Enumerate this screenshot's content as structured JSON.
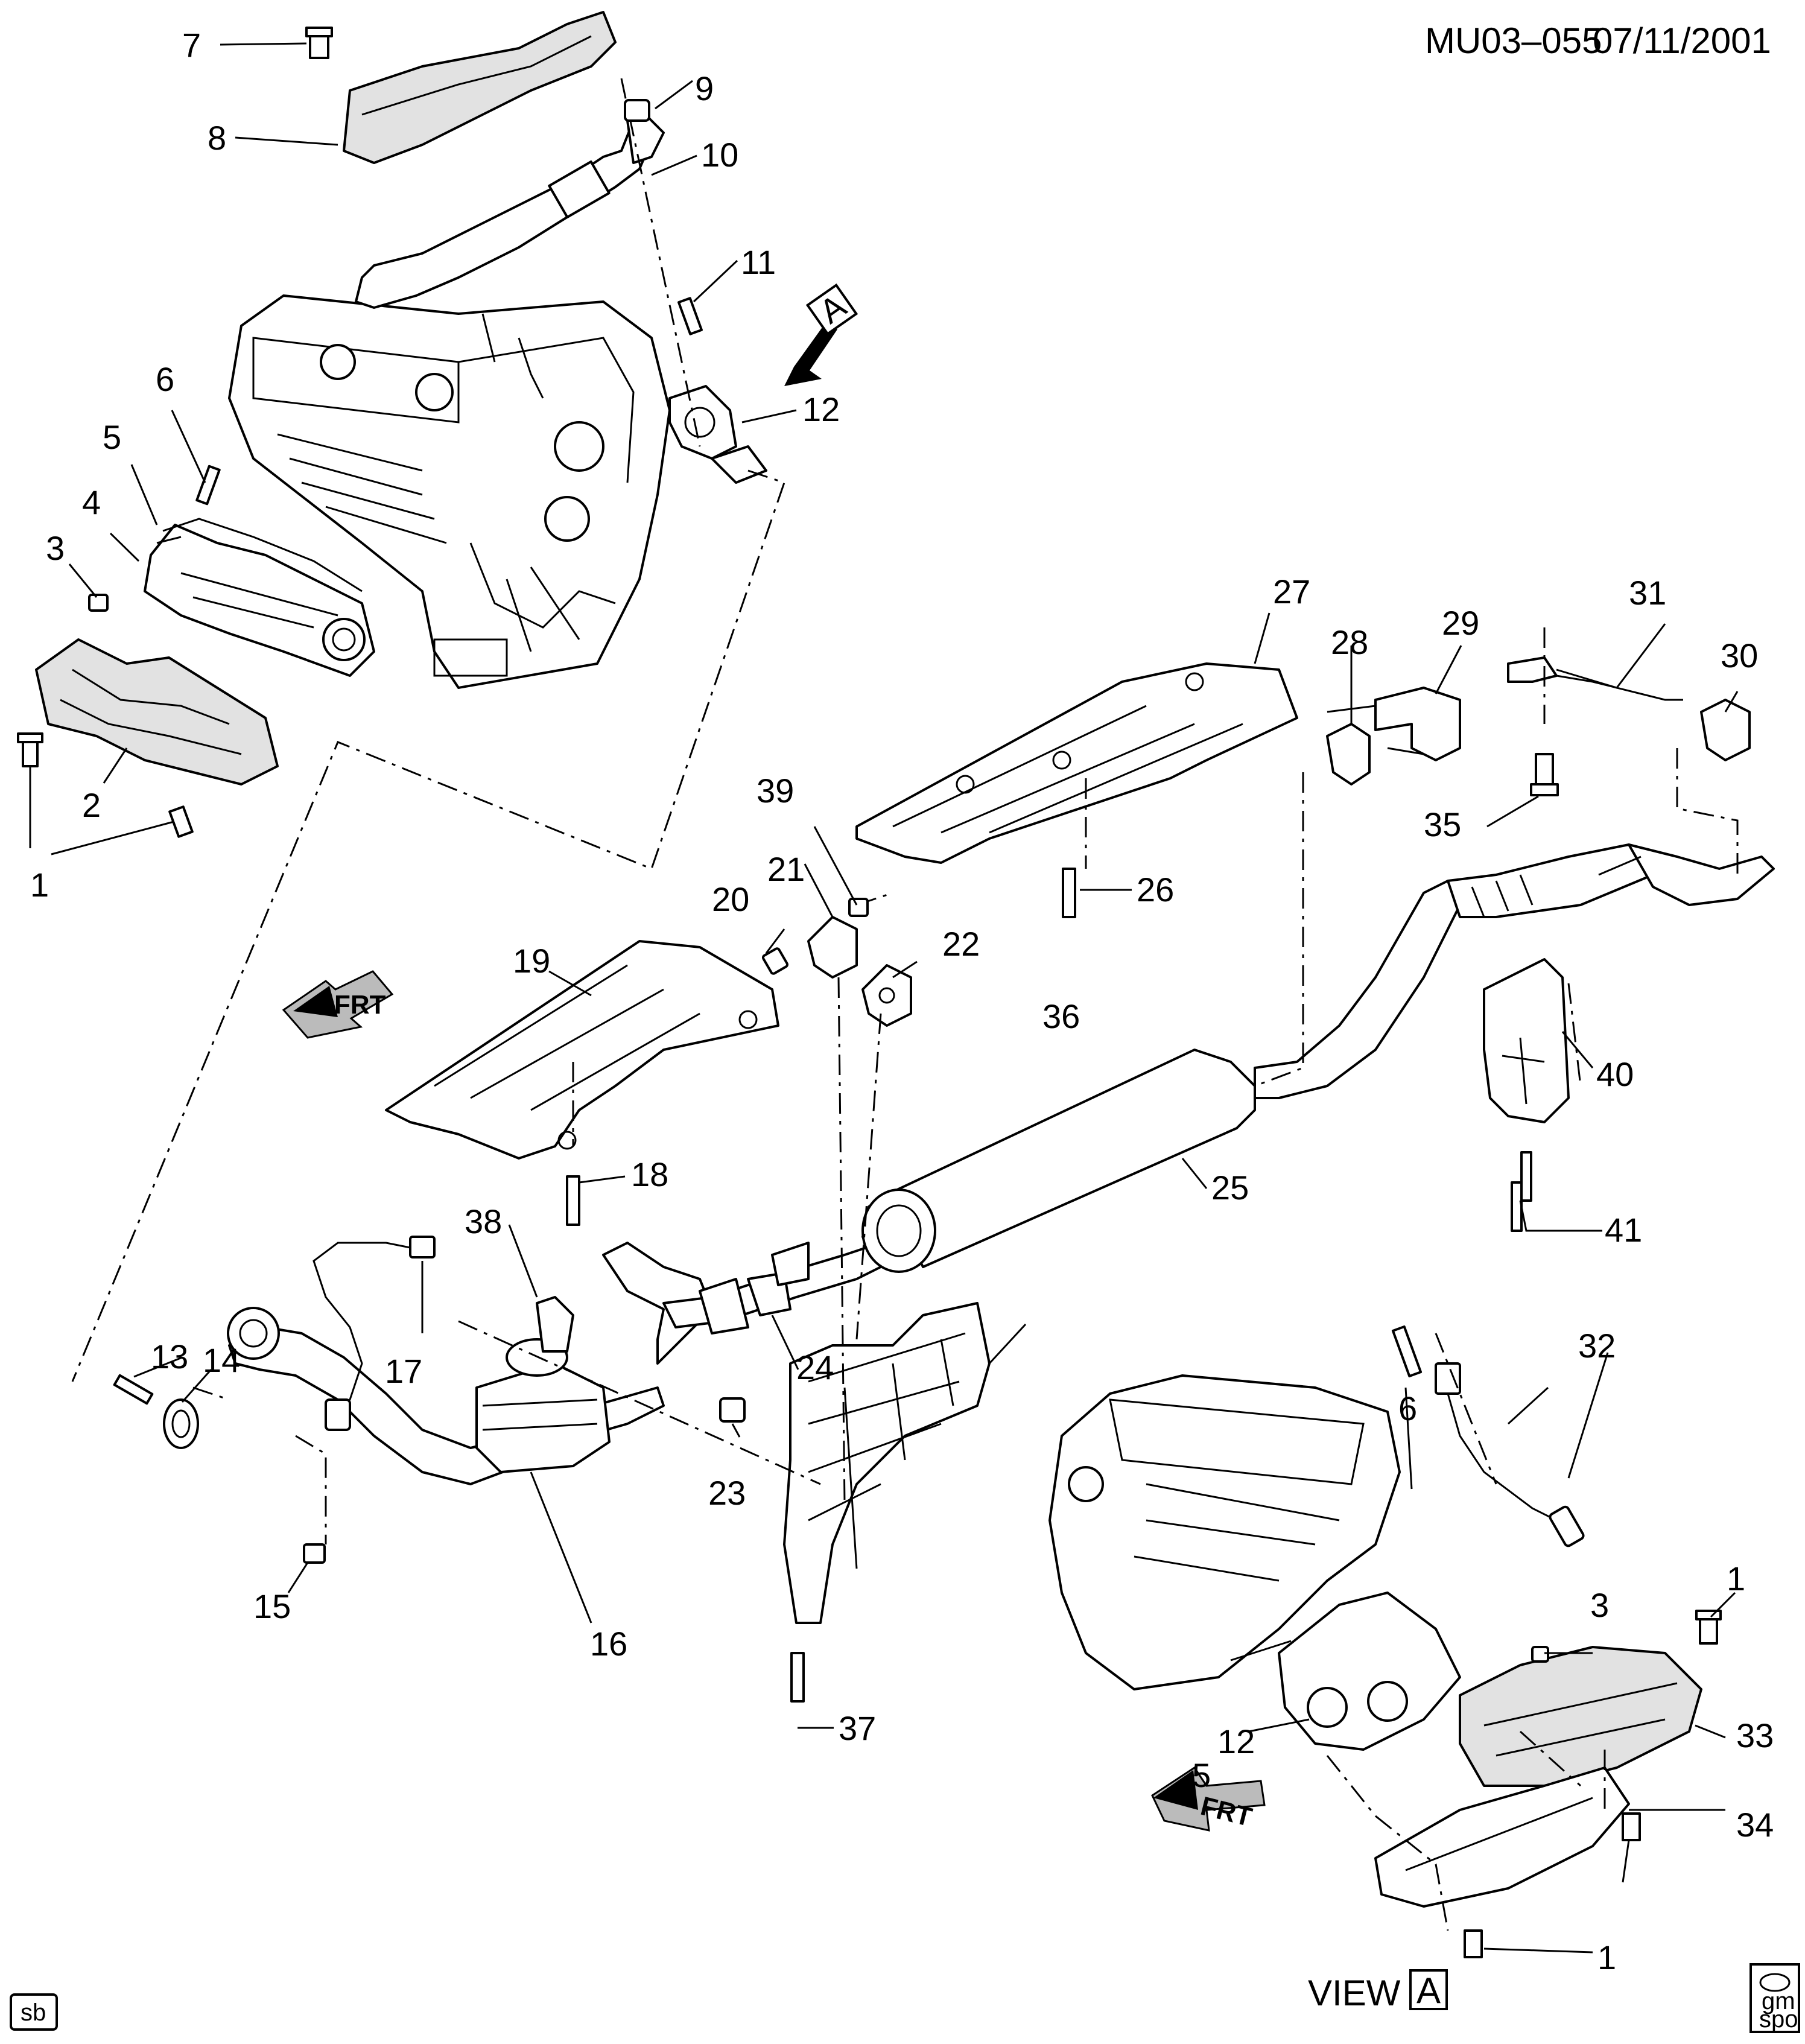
{
  "header": {
    "drawing_id": "MU03–055",
    "date": "07/11/2001"
  },
  "view_label": {
    "text": "VIEW",
    "box": "A"
  },
  "view_arrow_box": "A",
  "front_markers": [
    "FRT",
    "FRT"
  ],
  "footer": {
    "left_badge": "sb",
    "logo_top": "gm",
    "logo_bottom": "spo"
  },
  "callouts": [
    "1",
    "1",
    "1",
    "2",
    "3",
    "3",
    "4",
    "5",
    "5",
    "6",
    "6",
    "7",
    "8",
    "9",
    "10",
    "11",
    "12",
    "12",
    "13",
    "14",
    "15",
    "16",
    "17",
    "18",
    "19",
    "20",
    "21",
    "22",
    "23",
    "24",
    "25",
    "26",
    "27",
    "28",
    "29",
    "30",
    "31",
    "32",
    "33",
    "34",
    "35",
    "36",
    "37",
    "38",
    "39",
    "40",
    "41"
  ]
}
